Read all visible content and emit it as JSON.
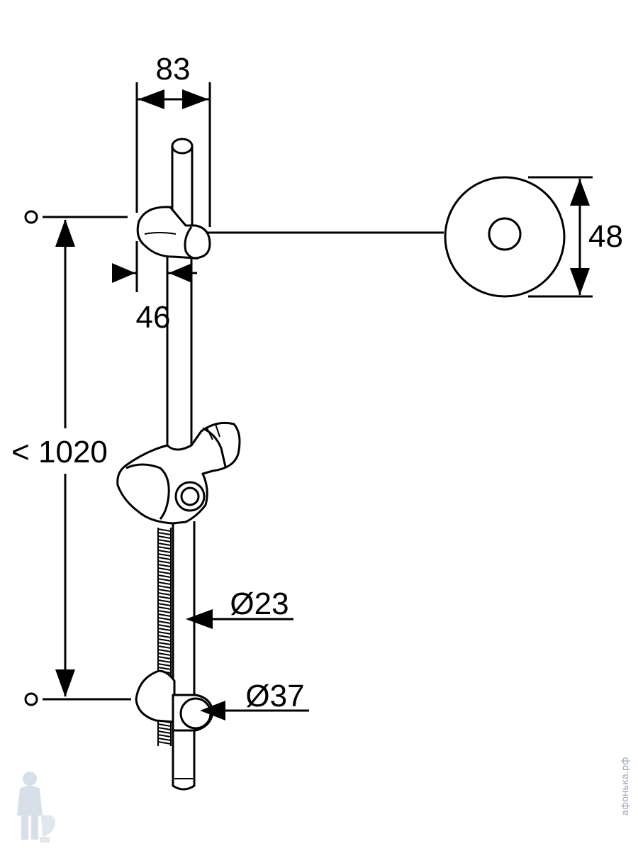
{
  "dimensions": {
    "top_width": "83",
    "offset": "46",
    "rosette_diameter": "48",
    "height": "< 1020",
    "rail_diameter": "Ø23",
    "holder_diameter": "Ø37"
  },
  "watermark": {
    "text": "афонька.рф",
    "icon": "plumber-mascot-icon"
  },
  "colors": {
    "line": "#000000",
    "background": "#ffffff",
    "watermark": "#9aa6b4"
  }
}
